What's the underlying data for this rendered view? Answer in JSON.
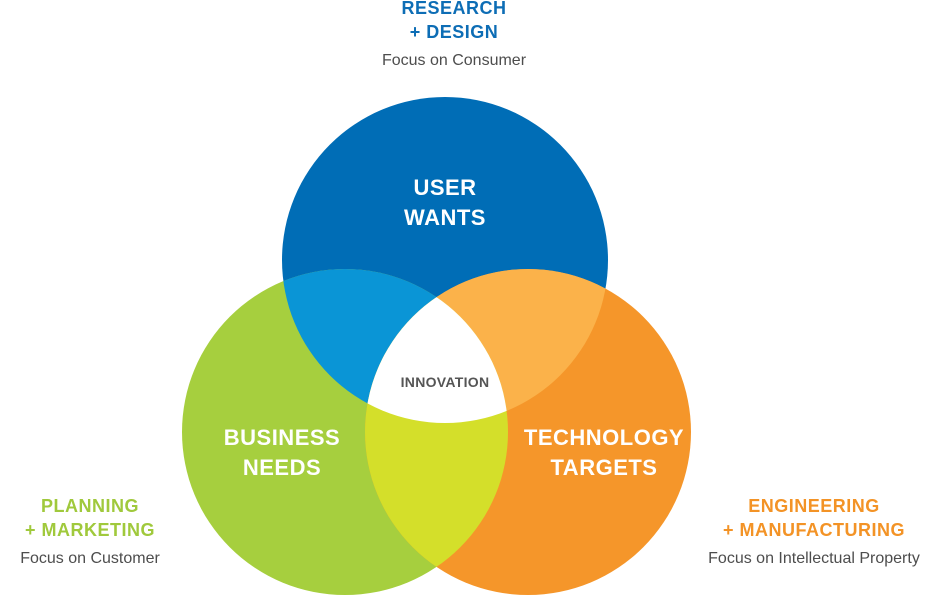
{
  "colors": {
    "blue": "#006db6",
    "green": "#a6cf3e",
    "orange": "#f5962a",
    "blue_green_overlap": "#0a95d6",
    "blue_orange_overlap": "#fbb24a",
    "green_orange_overlap": "#d4df2a",
    "center": "#ffffff",
    "label_blue": "#0d6db5",
    "label_green": "#a0c93c",
    "label_orange": "#f39326"
  },
  "circles": {
    "user": {
      "line1": "USER",
      "line2": "WANTS"
    },
    "business": {
      "line1": "BUSINESS",
      "line2": "NEEDS"
    },
    "technology": {
      "line1": "TECHNOLOGY",
      "line2": "TARGETS"
    }
  },
  "center_label": "INNOVATION",
  "groups": {
    "research": {
      "line1": "RESEARCH",
      "line2": "+ DESIGN",
      "focus": "Focus on Consumer"
    },
    "planning": {
      "line1": "PLANNING",
      "line2": "+ MARKETING",
      "focus": "Focus on Customer"
    },
    "engineering": {
      "line1": "ENGINEERING",
      "line2": "+ MANUFACTURING",
      "focus": "Focus on Intellectual Property"
    }
  }
}
